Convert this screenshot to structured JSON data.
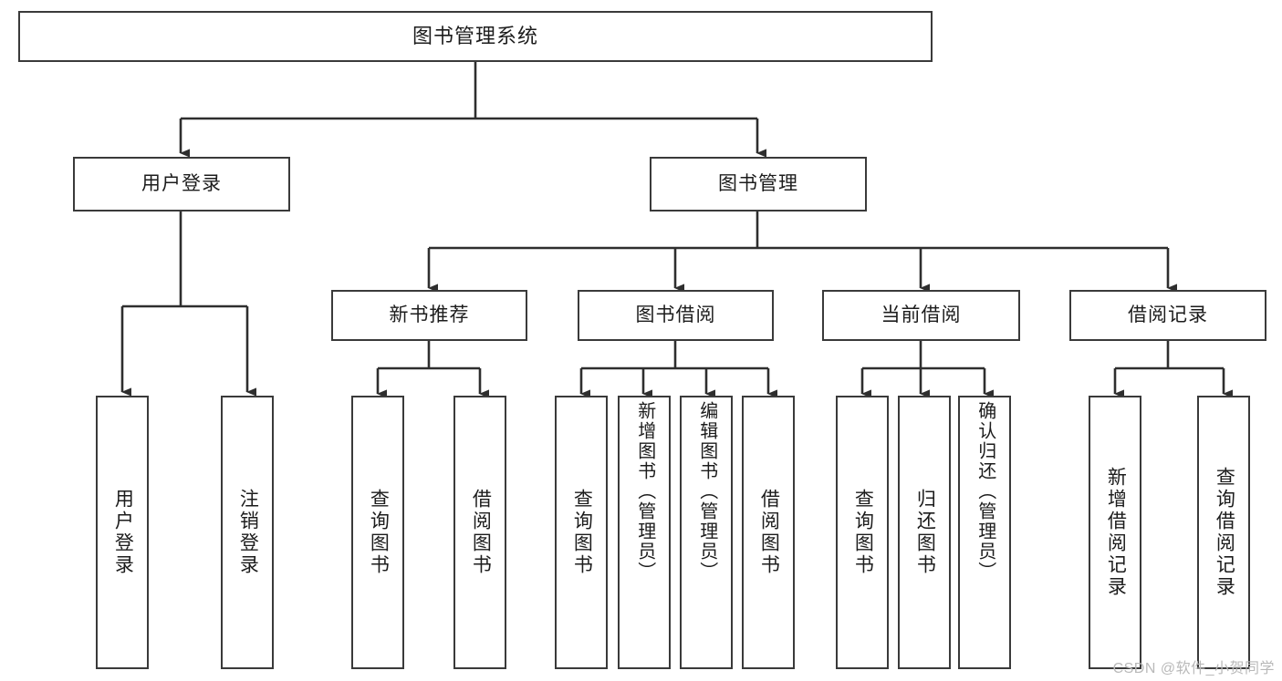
{
  "diagram": {
    "type": "tree",
    "title": "图书管理系统",
    "root": {
      "label": "图书管理系统"
    },
    "level1": [
      {
        "label": "用户登录"
      },
      {
        "label": "图书管理"
      }
    ],
    "level2": [
      {
        "label": "新书推荐",
        "parent": "图书管理"
      },
      {
        "label": "图书借阅",
        "parent": "图书管理"
      },
      {
        "label": "当前借阅",
        "parent": "图书管理"
      },
      {
        "label": "借阅记录",
        "parent": "图书管理"
      }
    ],
    "leaves": {
      "user_login": [
        {
          "label": "用户登录"
        },
        {
          "label": "注销登录"
        }
      ],
      "new_book": [
        {
          "label": "查询图书"
        },
        {
          "label": "借阅图书"
        }
      ],
      "borrow": [
        {
          "label": "查询图书"
        },
        {
          "label": "新增图书（管理员）"
        },
        {
          "label": "编辑图书（管理员）"
        },
        {
          "label": "借阅图书"
        }
      ],
      "current": [
        {
          "label": "查询图书"
        },
        {
          "label": "归还图书"
        },
        {
          "label": "确认归还（管理员）"
        }
      ],
      "records": [
        {
          "label": "新增借阅记录"
        },
        {
          "label": "查询借阅记录"
        }
      ]
    }
  },
  "watermark": {
    "text": "CSDN @软件_小贺同学"
  },
  "colors": {
    "stroke": "#3a3a3a",
    "fill": "#ffffff",
    "text": "#1c1c1c",
    "watermark": "#b9b9b9"
  }
}
